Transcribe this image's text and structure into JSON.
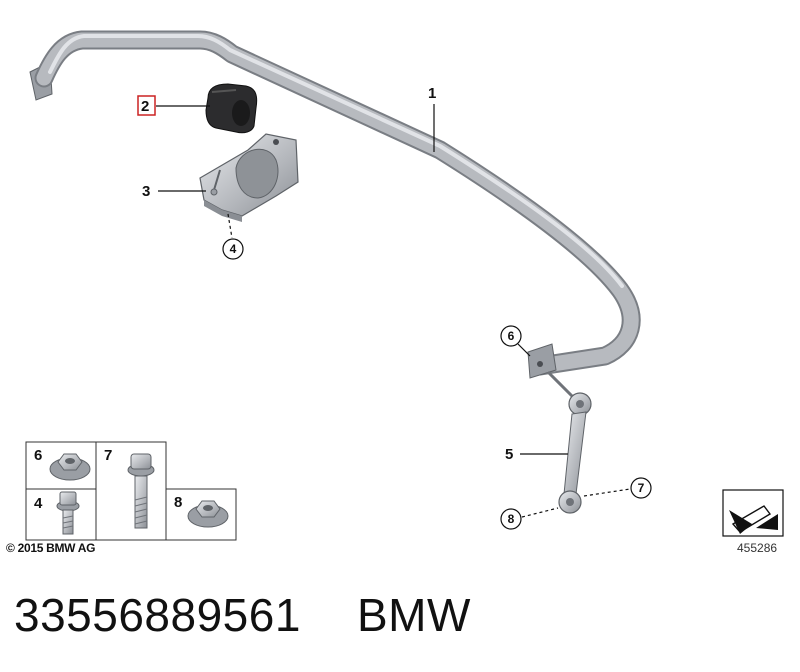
{
  "callouts": {
    "bar": "1",
    "bushing": "2",
    "bracket": "3",
    "bracket_bolt": "4",
    "link": "5",
    "nut_top": "6",
    "link_bolt": "7",
    "nut_bottom": "8"
  },
  "legend": {
    "cells": [
      {
        "num": "6",
        "icon": "flange-nut-icon"
      },
      {
        "num": "7",
        "icon": "long-bolt-icon"
      },
      {
        "num": "4",
        "icon": "short-bolt-icon"
      },
      {
        "num": "8",
        "icon": "flange-nut-icon"
      }
    ]
  },
  "footer": {
    "copyright": "© 2015 BMW AG",
    "reference": "455286",
    "part_number": "33556889561",
    "brand": "BMW"
  },
  "colors": {
    "part_fill": "#b4b7bc",
    "part_dark": "#7f8389",
    "bushing": "#2a2a2c",
    "highlight_box": "#cc2222"
  }
}
